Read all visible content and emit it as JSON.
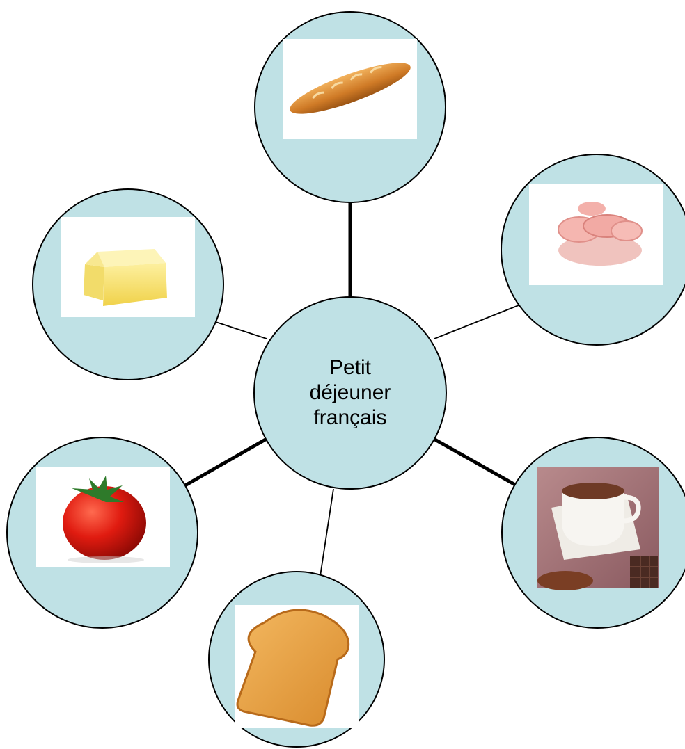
{
  "center": {
    "lines": [
      "Petit",
      "déjeuner",
      "français"
    ]
  },
  "items": [
    {
      "id": "baguette",
      "icon": "baguette-icon"
    },
    {
      "id": "ham",
      "icon": "ham-slices-icon"
    },
    {
      "id": "hot-chocolate",
      "icon": "hot-chocolate-cup-icon"
    },
    {
      "id": "toast",
      "icon": "toast-slice-icon"
    },
    {
      "id": "tomato",
      "icon": "tomato-icon"
    },
    {
      "id": "butter",
      "icon": "butter-block-icon"
    }
  ],
  "colors": {
    "circle_fill": "#bfe1e5",
    "circle_stroke": "#000000",
    "connector": "#000000",
    "photo_background": "#ffffff"
  }
}
